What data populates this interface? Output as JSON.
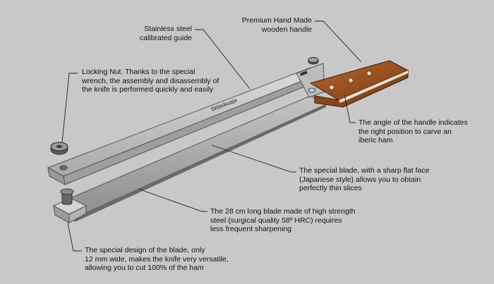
{
  "brand_engraving": "Sklaskuaja",
  "colors": {
    "background": "#c8c8c8",
    "steel": "#b7b7b7",
    "wood": "#9a4f1c",
    "leader": "#222222"
  },
  "callouts": [
    {
      "id": "guide",
      "text": "Stainless steel\ncalibrated guide"
    },
    {
      "id": "handle",
      "text": "Premium Hand Made\nwooden handle"
    },
    {
      "id": "nut",
      "text": "Locking Nut. Thanks to the special\nwrench, the assembly and disassembly of\nthe knife is performed quickly and easily"
    },
    {
      "id": "angle",
      "text": "The angle of the handle indicates\nthe right position to carve an\niberic ham"
    },
    {
      "id": "flat-face",
      "text": "The special blade, with a sharp flat face\n(Japanese style) allows you to obtain\nperfectly thin slices"
    },
    {
      "id": "length",
      "text": "The 28 cm long blade made of high strength\nsteel (surgical quality  58º HRC) requires\nless frequent sharpening"
    },
    {
      "id": "width",
      "text": "The special design of the blade, only\n12 mm wide, makes the knife very versatile,\nallowing you to cut 100% of the ham"
    }
  ]
}
